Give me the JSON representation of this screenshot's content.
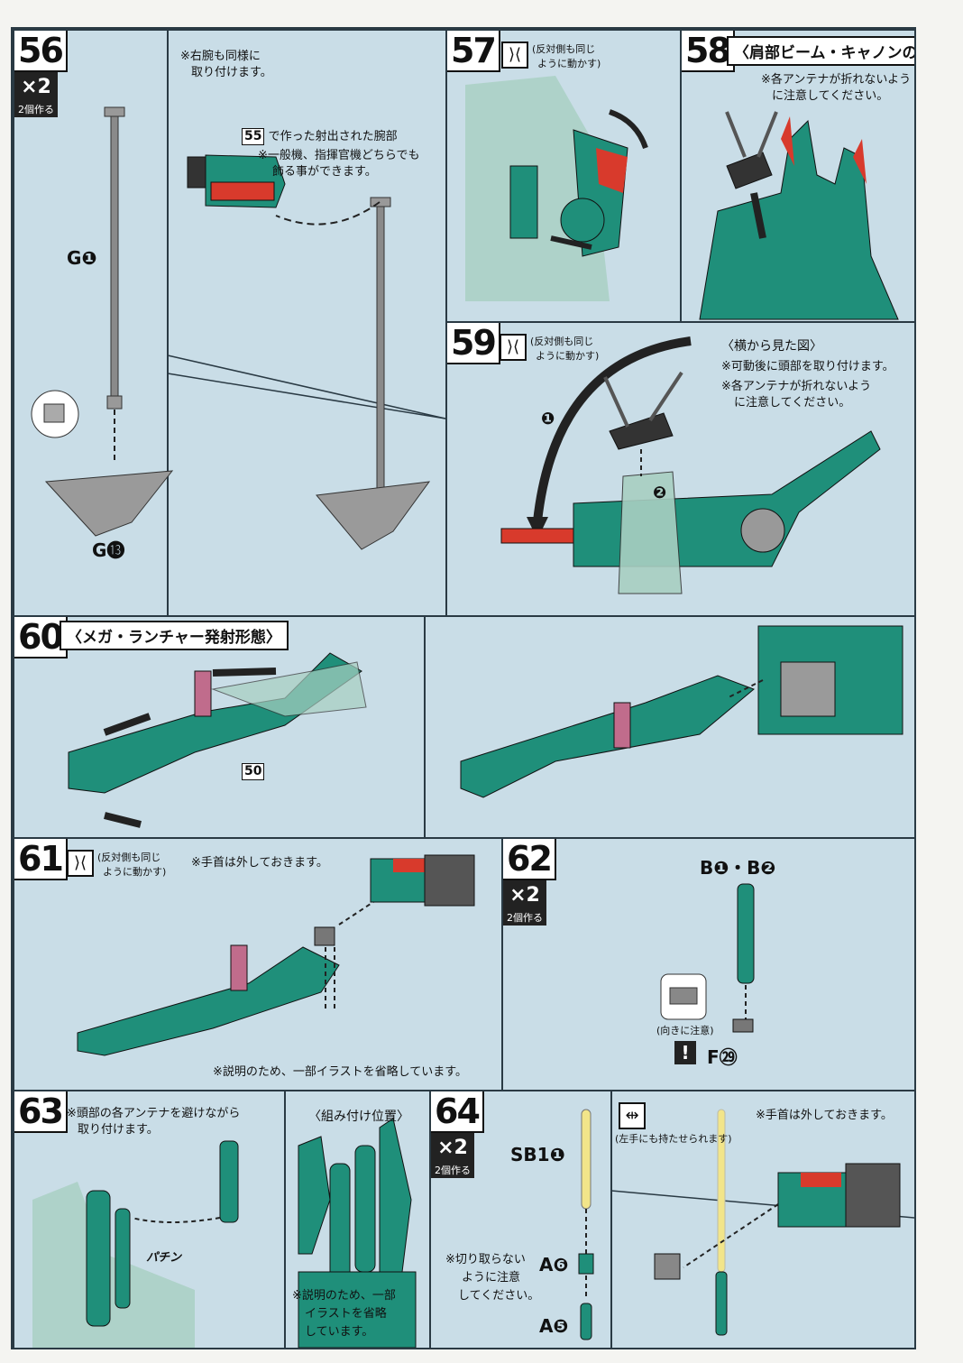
{
  "steps": {
    "s56": {
      "num": "56",
      "mult": "×2",
      "mult_sub": "2個作る",
      "note1": "※右腕も同様に",
      "note1b": "取り付けます。",
      "ref": "55",
      "note2": "で作った射出された腕部",
      "note2b": "※一般機、指揮官機どちらでも",
      "note2c": "飾る事ができます。",
      "part_top": "G❶",
      "part_base": "G⓭"
    },
    "s57": {
      "num": "57",
      "icon_text": "(反対側も同じ",
      "icon_text2": "ように動かす)"
    },
    "s58": {
      "num": "58",
      "title": "〈肩部ビーム・キャノンの展開〉",
      "note1": "※各アンテナが折れないよう",
      "note1b": "に注意してください。"
    },
    "s59": {
      "num": "59",
      "icon_text": "(反対側も同じ",
      "icon_text2": "ように動かす)",
      "title": "〈横から見た図〉",
      "note1": "※可動後に頭部を取り付けます。",
      "note2": "※各アンテナが折れないよう",
      "note2b": "に注意してください。",
      "arrow1": "❶",
      "arrow2": "❷"
    },
    "s60": {
      "num": "60",
      "title": "〈メガ・ランチャー発射形態〉",
      "ref": "50"
    },
    "s61": {
      "num": "61",
      "icon_text": "(反対側も同じ",
      "icon_text2": "ように動かす)",
      "note1": "※手首は外しておきます。",
      "note2": "※説明のため、一部イラストを省略しています。"
    },
    "s62": {
      "num": "62",
      "mult": "×2",
      "mult_sub": "2個作る",
      "part_top": "B❶・B❷",
      "caution": "(向きに注意)",
      "part_bottom": "F㉙"
    },
    "s63": {
      "num": "63",
      "note1": "※頭部の各アンテナを避けながら",
      "note1b": "取り付けます。",
      "sound": "パチン",
      "title": "〈組み付け位置〉",
      "note2": "※説明のため、一部",
      "note2b": "イラストを省略",
      "note2c": "しています。"
    },
    "s64": {
      "num": "64",
      "mult": "×2",
      "mult_sub": "2個作る",
      "part1": "SB1❶",
      "part2": "A❻",
      "part3": "A❺",
      "note1": "※切り取らない",
      "note1b": "ように注意",
      "note1c": "してください。",
      "icon_text": "(左手にも持たせられます)",
      "note2": "※手首は外しておきます。"
    }
  },
  "colors": {
    "panel_bg": "#c9dde7",
    "green": "#1f8f7a",
    "red": "#d83a2c",
    "gray": "#8f8f8f",
    "yellow": "#f2e58a"
  }
}
